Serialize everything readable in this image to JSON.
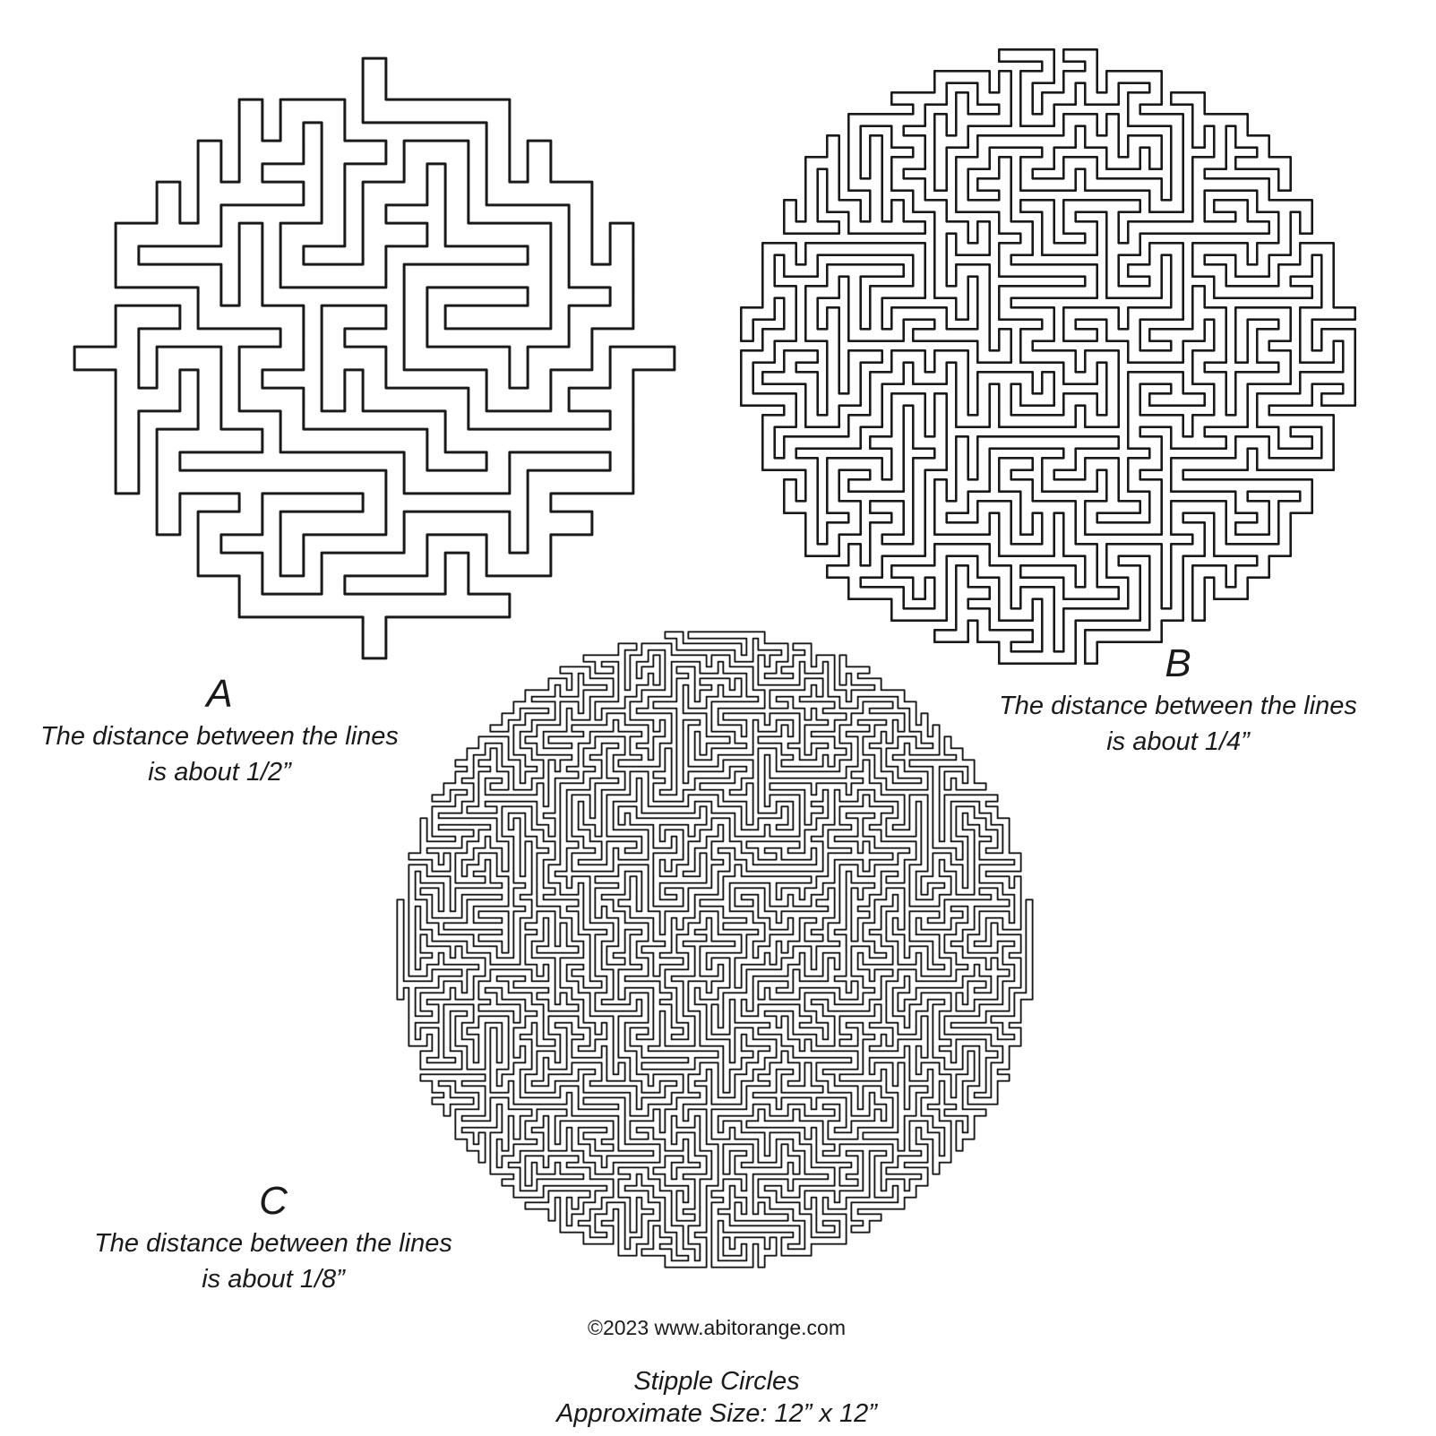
{
  "patterns": [
    {
      "id": "A",
      "letter": "A",
      "caption_line1": "The distance between the lines",
      "caption_line2": "is about 1/2”"
    },
    {
      "id": "B",
      "letter": "B",
      "caption_line1": "The distance between the lines",
      "caption_line2": "is about 1/4”"
    },
    {
      "id": "C",
      "letter": "C",
      "caption_line1": "The distance between the lines",
      "caption_line2": "is about 1/8”"
    }
  ],
  "copyright": "©2023 www.abitorange.com",
  "title": "Stipple Circles",
  "size_label": "Approximate Size: 12” x 12”",
  "colors": {
    "line": "#1a1a1a",
    "background": "#ffffff"
  }
}
